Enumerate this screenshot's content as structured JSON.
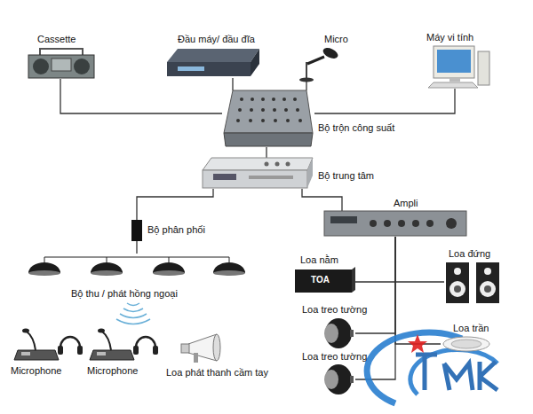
{
  "diagram": {
    "nodes": [
      {
        "text": [
          "Cassette"
        ]
      },
      {
        "text": [
          "Đầu máy/ đầu đĩa"
        ]
      },
      {
        "text": [
          "Micro"
        ]
      },
      {
        "text": [
          "Máy vi tính"
        ]
      },
      {
        "text": [
          "Bộ trộn công suất"
        ]
      },
      {
        "text": [
          "Bộ trung tâm"
        ]
      },
      {
        "text": [
          "Ampli"
        ]
      },
      {
        "text": [
          "Bộ phân phối"
        ]
      },
      {
        "text": [
          "Bộ thu / phát hồng ngoại"
        ]
      },
      {
        "text": [
          "Microphone"
        ]
      },
      {
        "text": [
          "Microphone"
        ]
      },
      {
        "text": [
          "Loa phát thanh cầm tay"
        ]
      },
      {
        "text": [
          "Loa nằm"
        ]
      },
      {
        "text": [
          "Loa đứng"
        ]
      },
      {
        "text": [
          "Loa treo tường"
        ]
      },
      {
        "text": [
          "Loa treo tường"
        ]
      },
      {
        "text": [
          "Loa trần"
        ]
      }
    ],
    "edges": [
      {
        "from": 0,
        "to": 4,
        "arrow": "none"
      },
      {
        "from": 1,
        "to": 4,
        "arrow": "none"
      },
      {
        "from": 2,
        "to": 4,
        "arrow": "none"
      },
      {
        "from": 3,
        "to": 4,
        "arrow": "none"
      },
      {
        "from": 4,
        "to": 5,
        "arrow": "none"
      },
      {
        "from": 5,
        "to": 7,
        "arrow": "none"
      },
      {
        "from": 5,
        "to": 6,
        "arrow": "none"
      },
      {
        "from": 7,
        "to": 8,
        "arrow": "none"
      },
      {
        "from": 6,
        "to": 12,
        "arrow": "none"
      },
      {
        "from": 6,
        "to": 13,
        "arrow": "none"
      },
      {
        "from": 6,
        "to": 14,
        "arrow": "none"
      },
      {
        "from": 6,
        "to": 15,
        "arrow": "none"
      },
      {
        "from": 6,
        "to": 16,
        "arrow": "none"
      }
    ],
    "labels": [
      "TOA"
    ]
  }
}
